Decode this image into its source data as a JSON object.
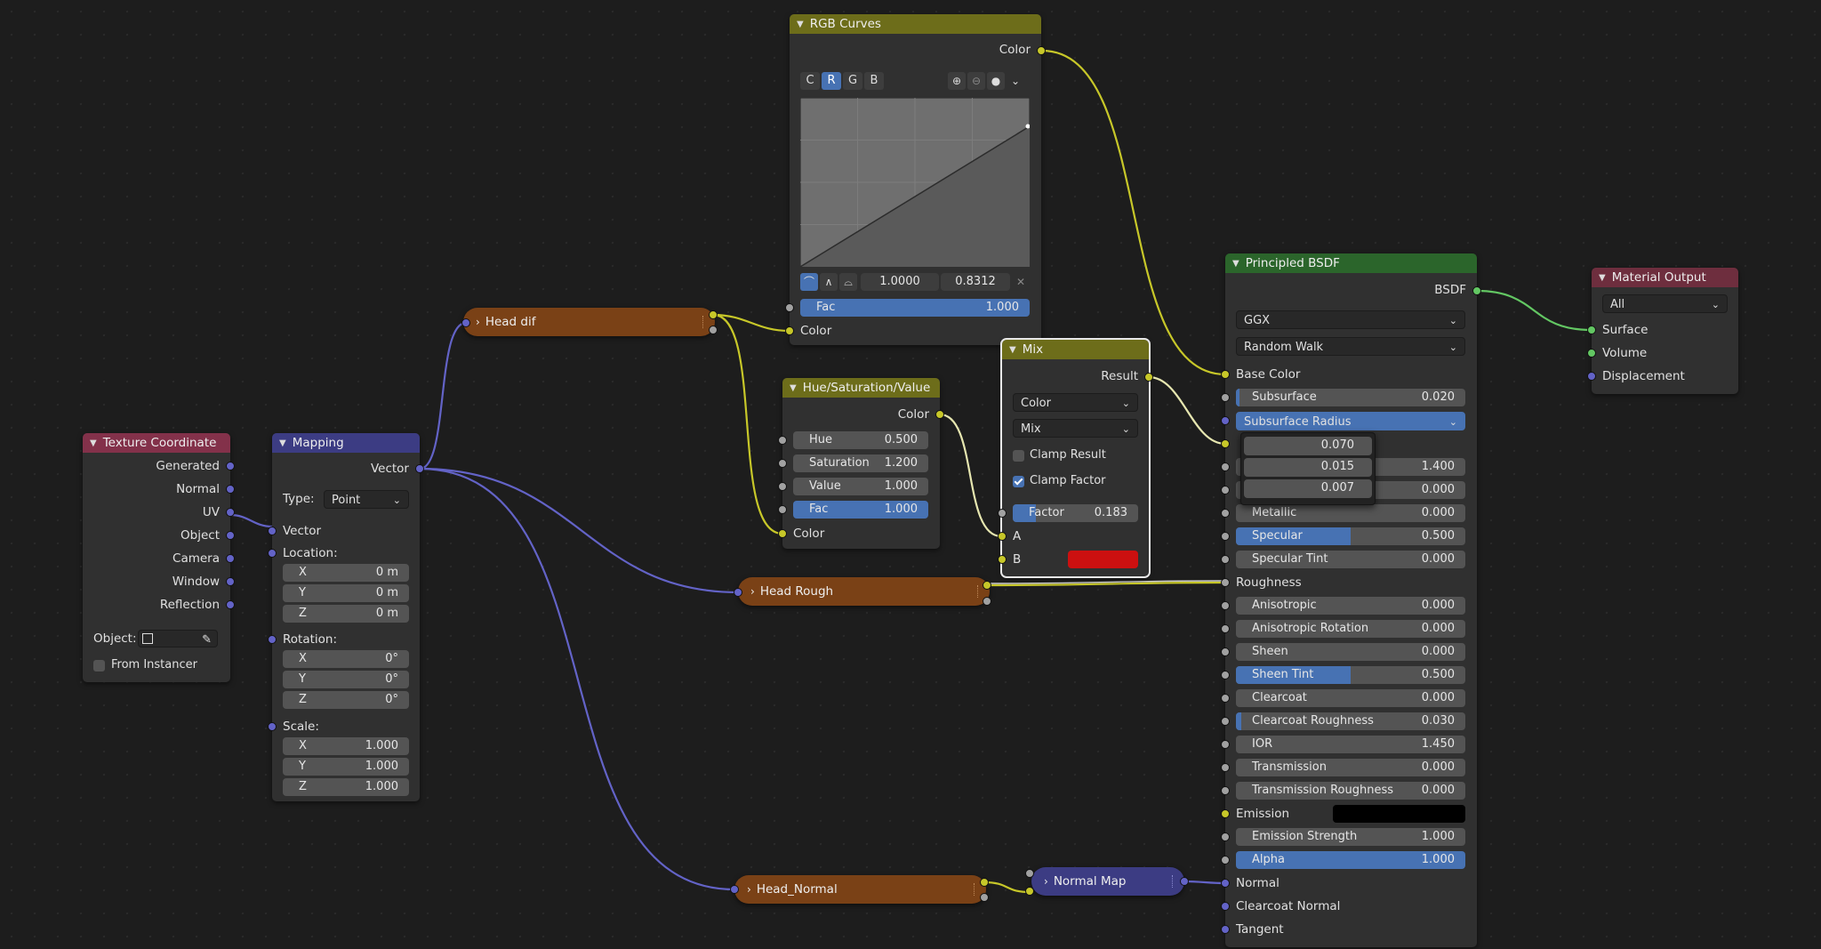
{
  "texture_coordinate": {
    "title": "Texture Coordinate",
    "outputs": [
      "Generated",
      "Normal",
      "UV",
      "Object",
      "Camera",
      "Window",
      "Reflection"
    ],
    "object_label": "Object:",
    "from_instancer": "From Instancer"
  },
  "mapping": {
    "title": "Mapping",
    "output": "Vector",
    "type_label": "Type:",
    "type_value": "Point",
    "vector_input": "Vector",
    "location_label": "Location:",
    "location": [
      {
        "axis": "X",
        "value": "0 m"
      },
      {
        "axis": "Y",
        "value": "0 m"
      },
      {
        "axis": "Z",
        "value": "0 m"
      }
    ],
    "rotation_label": "Rotation:",
    "rotation": [
      {
        "axis": "X",
        "value": "0°"
      },
      {
        "axis": "Y",
        "value": "0°"
      },
      {
        "axis": "Z",
        "value": "0°"
      }
    ],
    "scale_label": "Scale:",
    "scale": [
      {
        "axis": "X",
        "value": "1.000"
      },
      {
        "axis": "Y",
        "value": "1.000"
      },
      {
        "axis": "Z",
        "value": "1.000"
      }
    ]
  },
  "groups": {
    "head_dif": "Head dif",
    "head_rough": "Head Rough",
    "head_normal": "Head_Normal",
    "normal_map": "Normal Map"
  },
  "rgb_curves": {
    "title": "RGB Curves",
    "output": "Color",
    "channels": [
      "C",
      "R",
      "G",
      "B"
    ],
    "active_channel": "R",
    "point_x": "1.0000",
    "point_y": "0.8312",
    "fac_label": "Fac",
    "fac_value": "1.000",
    "color_input": "Color"
  },
  "hsv": {
    "title": "Hue/Saturation/Value",
    "output": "Color",
    "fields": [
      {
        "label": "Hue",
        "value": "0.500"
      },
      {
        "label": "Saturation",
        "value": "1.200"
      },
      {
        "label": "Value",
        "value": "1.000"
      },
      {
        "label": "Fac",
        "value": "1.000"
      }
    ],
    "color_input": "Color"
  },
  "mix": {
    "title": "Mix",
    "output": "Result",
    "data_type": "Color",
    "blend_mode": "Mix",
    "clamp_result": "Clamp Result",
    "clamp_factor": "Clamp Factor",
    "factor_label": "Factor",
    "factor_value": "0.183",
    "factor_fill": 0.183,
    "input_a": "A",
    "input_b": "B",
    "b_color": "#cc1010"
  },
  "principled": {
    "title": "Principled BSDF",
    "output": "BSDF",
    "distribution": "GGX",
    "subsurface_method": "Random Walk",
    "base_color": "Base Color",
    "subsurface": {
      "label": "Subsurface",
      "value": "0.020",
      "fill": 0.02
    },
    "subsurface_radius": "Subsurface Radius",
    "radius_values": [
      "0.070",
      "0.015",
      "0.007"
    ],
    "hidden_row_values": [
      "1.400",
      "0.000"
    ],
    "metallic": {
      "label": "Metallic",
      "value": "0.000"
    },
    "specular": {
      "label": "Specular",
      "value": "0.500",
      "fill": 0.5
    },
    "specular_tint": {
      "label": "Specular Tint",
      "value": "0.000"
    },
    "roughness": "Roughness",
    "anisotropic": {
      "label": "Anisotropic",
      "value": "0.000"
    },
    "anisotropic_rotation": {
      "label": "Anisotropic Rotation",
      "value": "0.000"
    },
    "sheen": {
      "label": "Sheen",
      "value": "0.000"
    },
    "sheen_tint": {
      "label": "Sheen Tint",
      "value": "0.500",
      "fill": 0.5
    },
    "clearcoat": {
      "label": "Clearcoat",
      "value": "0.000"
    },
    "clearcoat_roughness": {
      "label": "Clearcoat Roughness",
      "value": "0.030",
      "fill": 0.03
    },
    "ior": {
      "label": "IOR",
      "value": "1.450"
    },
    "transmission": {
      "label": "Transmission",
      "value": "0.000"
    },
    "transmission_roughness": {
      "label": "Transmission Roughness",
      "value": "0.000"
    },
    "emission": "Emission",
    "emission_color": "#000000",
    "emission_strength": {
      "label": "Emission Strength",
      "value": "1.000"
    },
    "alpha": {
      "label": "Alpha",
      "value": "1.000",
      "fill": 1.0
    },
    "normal": "Normal",
    "clearcoat_normal": "Clearcoat Normal",
    "tangent": "Tangent"
  },
  "material_output": {
    "title": "Material Output",
    "target": "All",
    "inputs": [
      "Surface",
      "Volume",
      "Displacement"
    ]
  },
  "colors": {
    "vector_socket": "#6363c7",
    "color_socket": "#c7c729",
    "gray_socket": "#a1a1a1",
    "shader_socket": "#63c763",
    "accent": "#4772b3"
  }
}
